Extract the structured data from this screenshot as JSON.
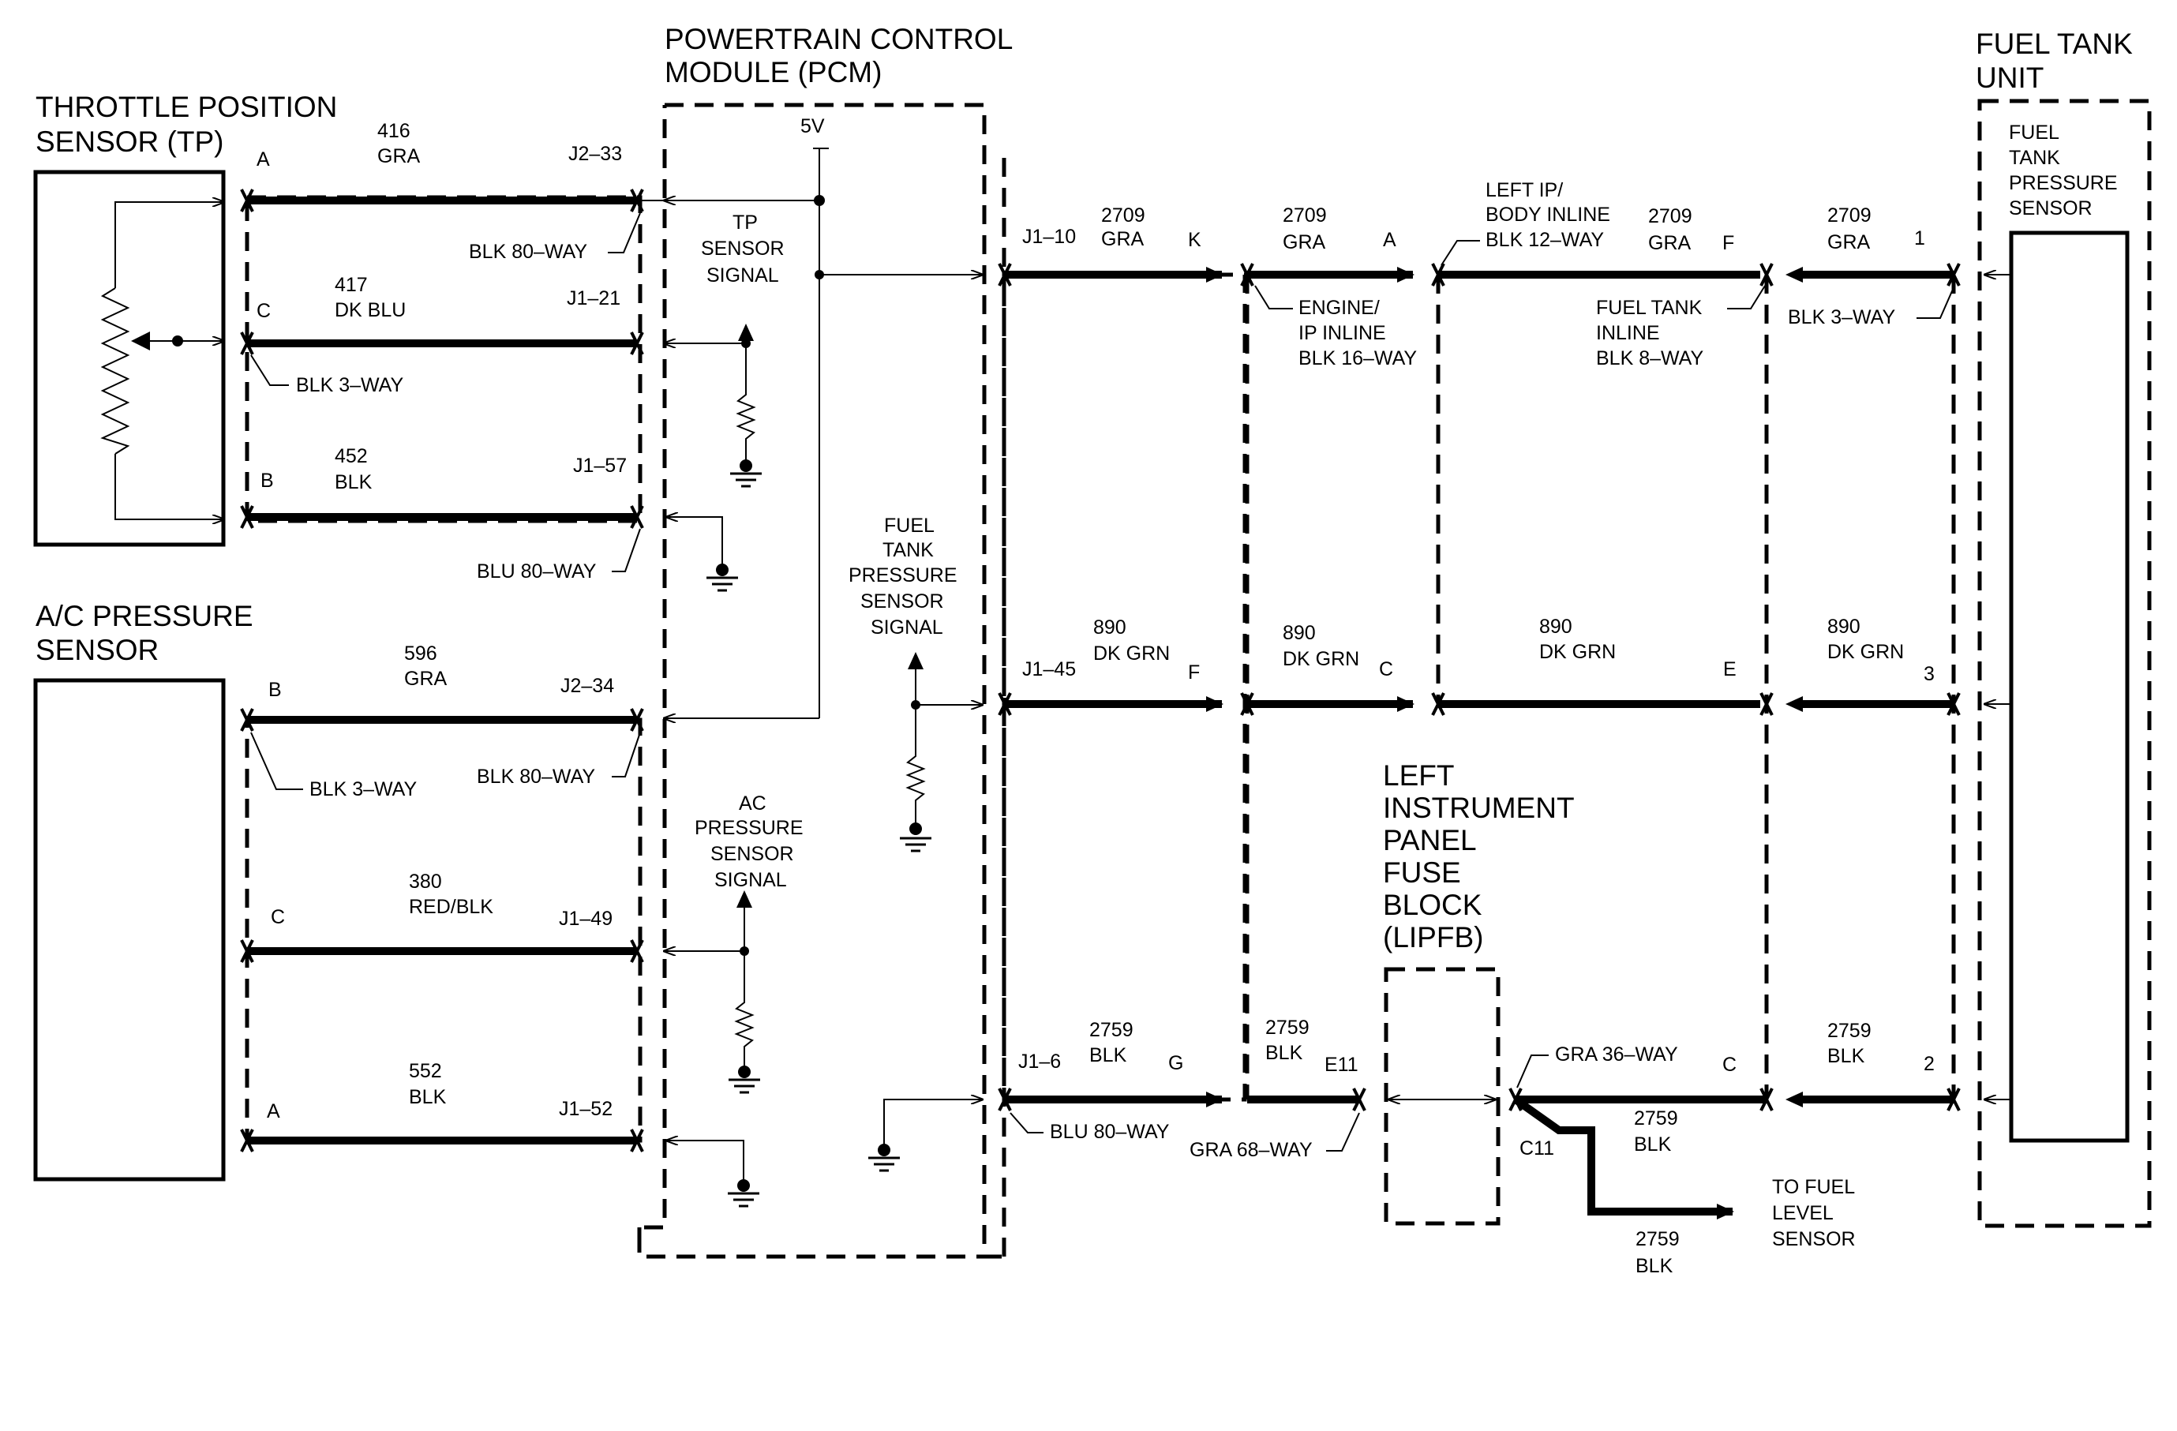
{
  "components": {
    "tp_sensor": [
      "THROTTLE POSITION",
      "SENSOR (TP)"
    ],
    "ac_sensor": [
      "A/C PRESSURE",
      "SENSOR"
    ],
    "pcm": [
      "POWERTRAIN CONTROL",
      "MODULE (PCM)"
    ],
    "fuel_tank_unit": [
      "FUEL TANK",
      "UNIT"
    ],
    "fuel_tank_pressure_sensor": [
      "FUEL",
      "TANK",
      "PRESSURE",
      "SENSOR"
    ],
    "lipfb": [
      "LEFT",
      "INSTRUMENT",
      "PANEL",
      "FUSE",
      "BLOCK",
      "(LIPFB)"
    ]
  },
  "pcm_internal": {
    "supply": "5V",
    "tp_signal": [
      "TP",
      "SENSOR",
      "SIGNAL"
    ],
    "fuel_tank_signal": [
      "FUEL",
      "TANK",
      "PRESSURE",
      "SENSOR",
      "SIGNAL"
    ],
    "ac_signal": [
      "AC",
      "PRESSURE",
      "SENSOR",
      "SIGNAL"
    ]
  },
  "left_wires": [
    {
      "pin": "A",
      "circuit": "416",
      "color": "GRA",
      "pcm_pin": "J2–33"
    },
    {
      "pin": "C",
      "circuit": "417",
      "color": "DK BLU",
      "pcm_pin": "J1–21"
    },
    {
      "pin": "B",
      "circuit": "452",
      "color": "BLK",
      "pcm_pin": "J1–57"
    },
    {
      "pin": "B",
      "circuit": "596",
      "color": "GRA",
      "pcm_pin": "J2–34"
    },
    {
      "pin": "C",
      "circuit": "380",
      "color": "RED/BLK",
      "pcm_pin": "J1–49"
    },
    {
      "pin": "A",
      "circuit": "552",
      "color": "BLK",
      "pcm_pin": "J1–52"
    }
  ],
  "connectors": {
    "blk80_top": "BLK 80–WAY",
    "blk3_tp": "BLK 3–WAY",
    "blu80_mid": "BLU 80–WAY",
    "blk3_ac": "BLK 3–WAY",
    "blk80_ac": "BLK 80–WAY",
    "engine_ip": [
      "ENGINE/",
      "IP INLINE",
      "BLK 16–WAY"
    ],
    "left_ip_body": [
      "LEFT IP/",
      "BODY INLINE",
      "BLK 12–WAY"
    ],
    "fuel_tank_inline": [
      "FUEL TANK",
      "INLINE",
      "BLK 8–WAY"
    ],
    "blk3_fuel": "BLK 3–WAY",
    "blu80_bottom": "BLU 80–WAY",
    "gra68": "GRA 68–WAY",
    "gra36": "GRA 36–WAY"
  },
  "right_wires": {
    "row1": {
      "pcm_pin": "J1–10",
      "seg1": {
        "circuit": "2709",
        "color": "GRA",
        "pin": "K"
      },
      "seg2": {
        "circuit": "2709",
        "color": "GRA",
        "pin": "A"
      },
      "seg3": {
        "circuit": "2709",
        "color": "GRA",
        "pin": "F"
      },
      "seg4": {
        "circuit": "2709",
        "color": "GRA",
        "pin": "1"
      }
    },
    "row2": {
      "pcm_pin": "J1–45",
      "seg1": {
        "circuit": "890",
        "color": "DK GRN",
        "pin": "F"
      },
      "seg2": {
        "circuit": "890",
        "color": "DK GRN",
        "pin": "C"
      },
      "seg3": {
        "circuit": "890",
        "color": "DK GRN",
        "pin": "E"
      },
      "seg4": {
        "circuit": "890",
        "color": "DK GRN",
        "pin": "3"
      }
    },
    "row3": {
      "pcm_pin": "J1–6",
      "seg1": {
        "circuit": "2759",
        "color": "BLK",
        "pin": "G"
      },
      "seg2": {
        "circuit": "2759",
        "color": "BLK",
        "pin": "E11"
      },
      "seg3": {
        "pin": "C"
      },
      "seg4": {
        "circuit": "2759",
        "color": "BLK",
        "pin": "2"
      },
      "splice": "C11",
      "branch": {
        "circuit": "2759",
        "color": "BLK"
      },
      "to_sensor": {
        "circuit": "2759",
        "color": "BLK"
      }
    }
  },
  "destination": [
    "TO FUEL",
    "LEVEL",
    "SENSOR"
  ]
}
